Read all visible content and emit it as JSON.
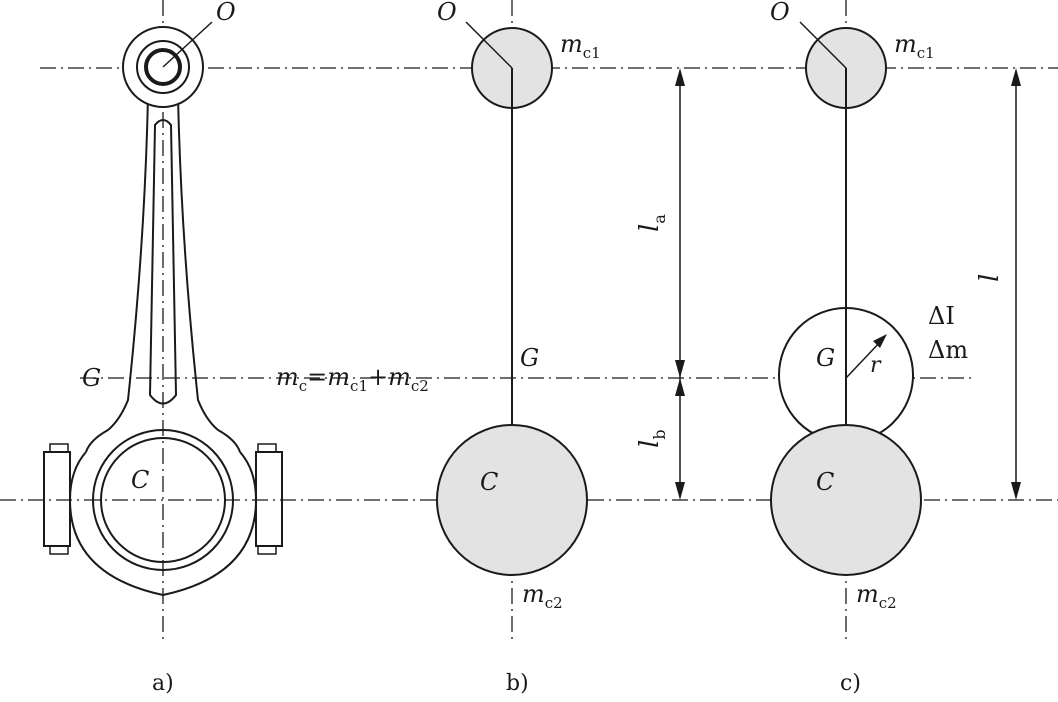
{
  "labels": {
    "O": "O",
    "G": "G",
    "C": "C",
    "mc1_main": "m",
    "mc1_sub": "c1",
    "mc2_main": "m",
    "mc2_sub": "c2",
    "mc_eq": "m",
    "mc_eq_sub": "c",
    "mc_eq_rhs_1": "=m",
    "mc_eq_rhs_1_sub": "c1",
    "mc_eq_rhs_2": "+m",
    "mc_eq_rhs_2_sub": "c2",
    "la_main": "l",
    "la_sub": "a",
    "lb_main": "l",
    "lb_sub": "b",
    "l": "l",
    "r": "r",
    "dI": "ΔI",
    "dm": "Δm"
  },
  "captions": {
    "a": "a)",
    "b": "b)",
    "c": "c)"
  },
  "colors": {
    "ink": "#1a1a1a",
    "mass_fill": "#e3e3e3",
    "background": "#ffffff"
  }
}
